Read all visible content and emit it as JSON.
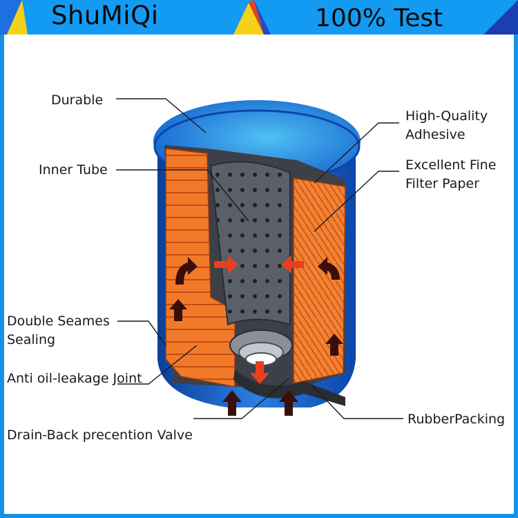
{
  "header": {
    "brand": "ShuMiQi",
    "tagline": "100% Test"
  },
  "labels": {
    "durable": "Durable",
    "inner_tube": "Inner Tube",
    "adhesive_line1": "High-Quality",
    "adhesive_line2": "Adhesive",
    "filter_line1": "Excellent Fine",
    "filter_line2": "Filter Paper",
    "seams_line1": "Double Seames",
    "seams_line2": "Sealing",
    "anti_leak": "Anti oil-leakage Joint",
    "drain_valve": "Drain-Back precention Valve",
    "rubber": "RubberPacking"
  },
  "colors": {
    "header_blue": "#139bf3",
    "shell_blue": "#1e6fd6",
    "filter_orange": "#f07a2a",
    "tube_gray": "#4a4f58",
    "arrow_red": "#e8401f",
    "arrow_dark": "#3a0f0a"
  }
}
